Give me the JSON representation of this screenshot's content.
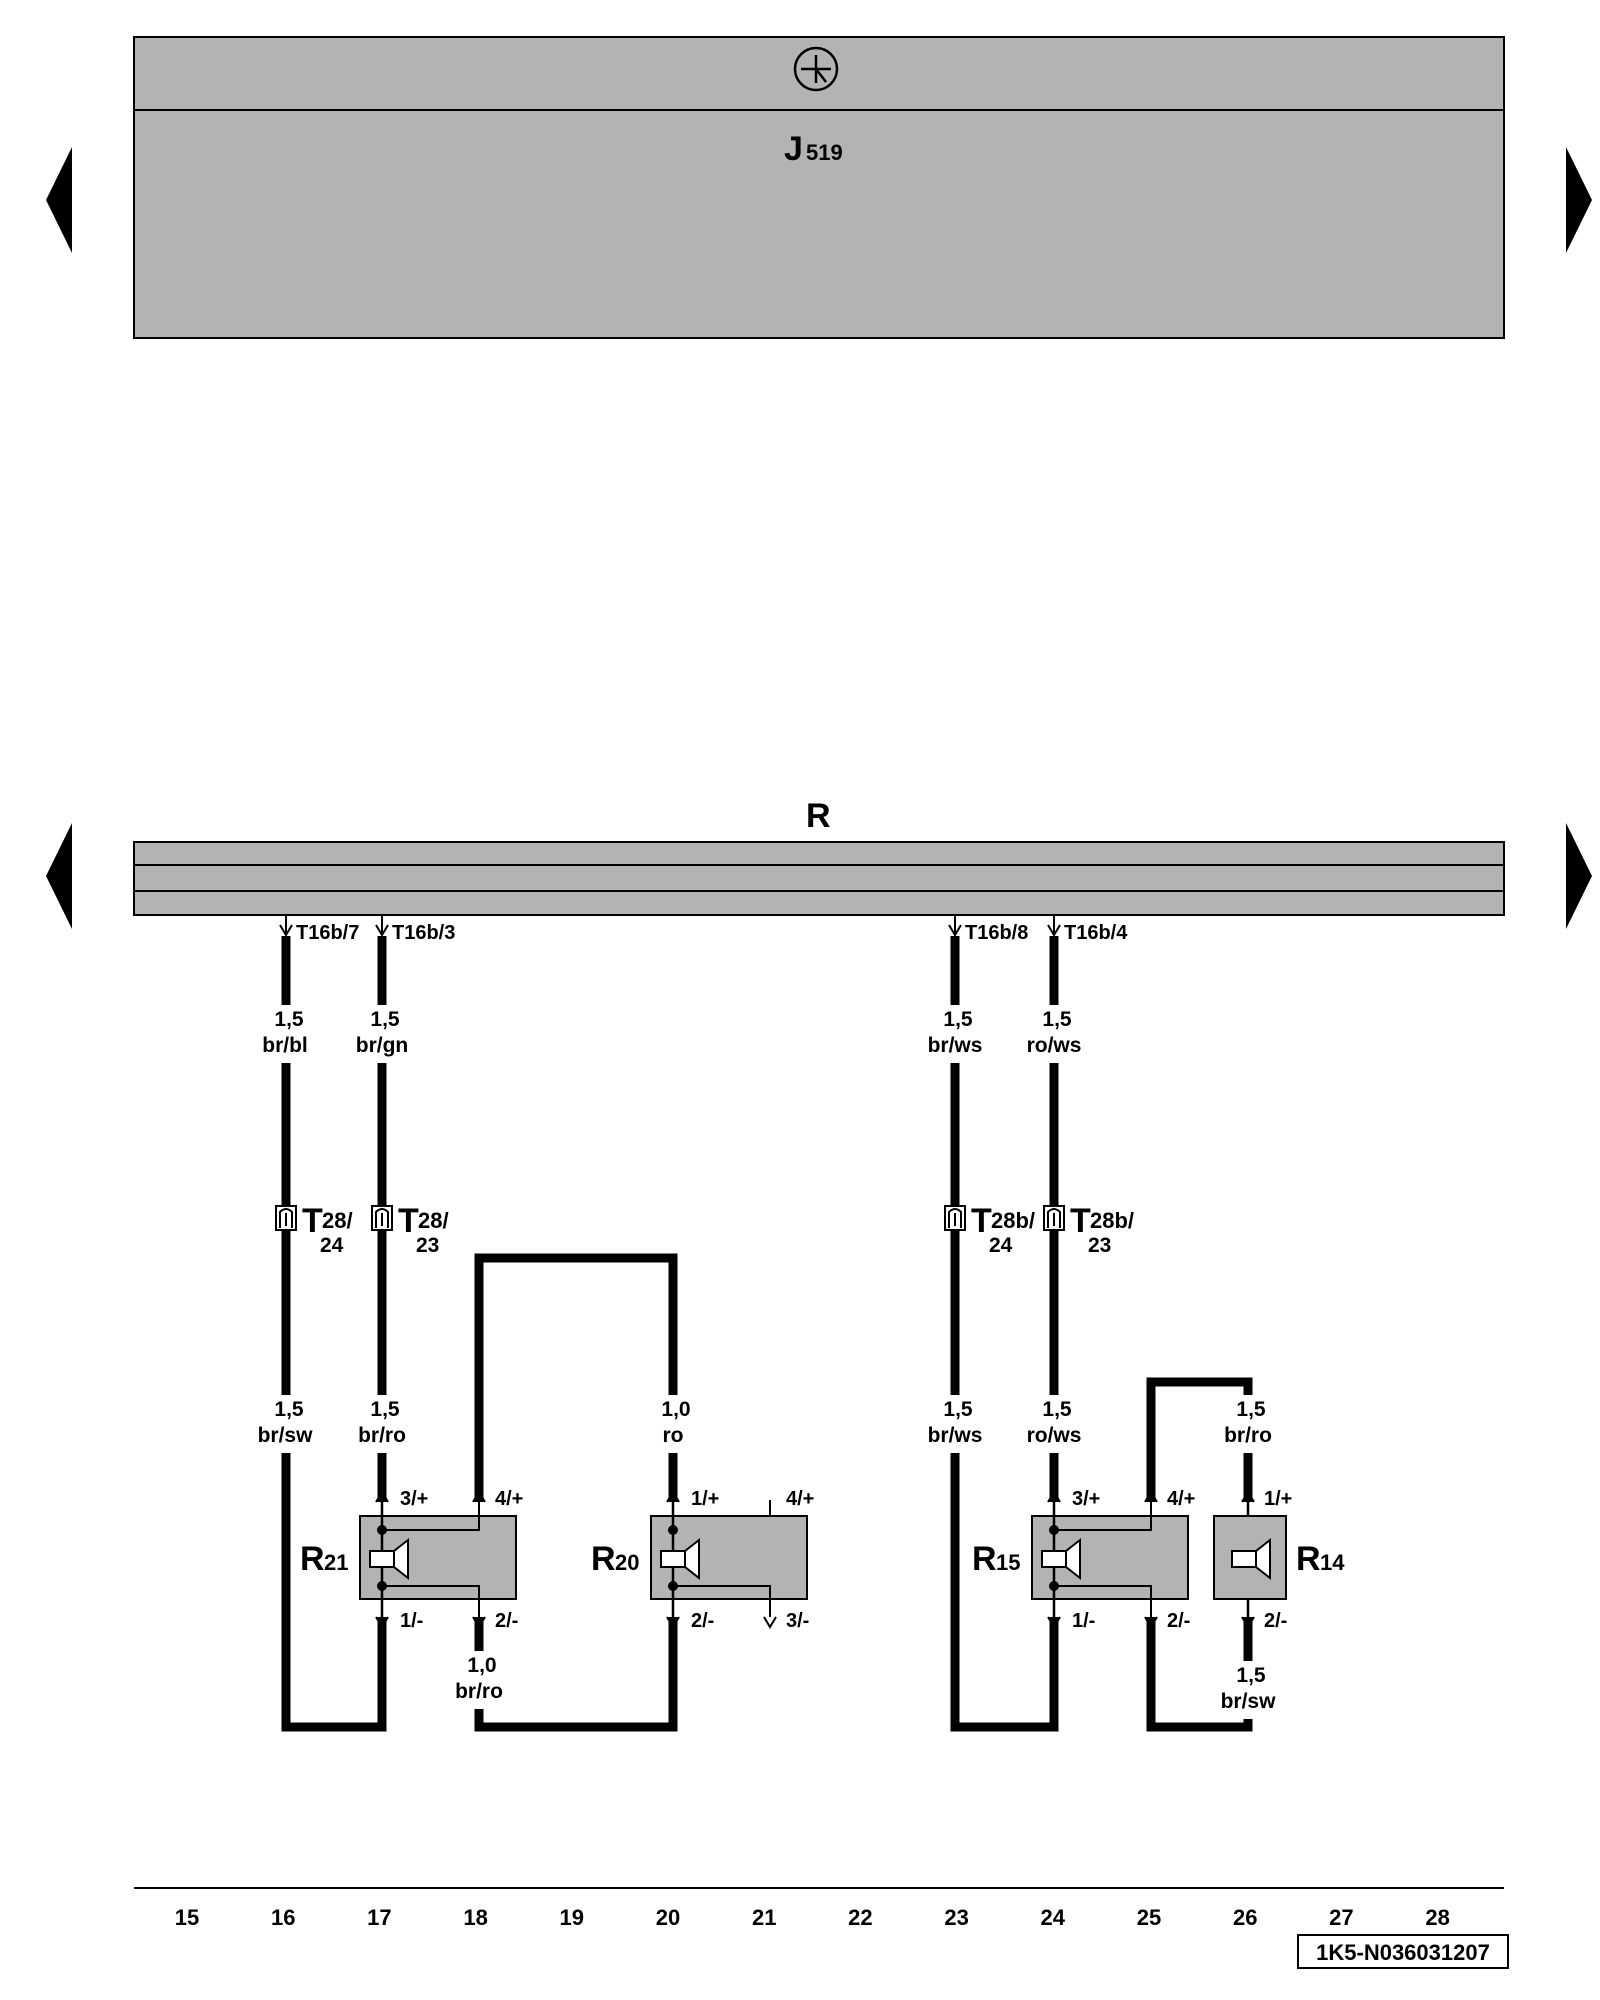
{
  "top_unit": {
    "label_main": "J",
    "label_sub": "519"
  },
  "bus": {
    "label": "R"
  },
  "wires": [
    {
      "id": "w1",
      "pin": "T16b/7",
      "gauge": "1,5",
      "color": "br/bl"
    },
    {
      "id": "w2",
      "pin": "T16b/3",
      "gauge": "1,5",
      "color": "br/gn"
    },
    {
      "id": "w3",
      "pin": "T16b/8",
      "gauge": "1,5",
      "color": "br/ws"
    },
    {
      "id": "w4",
      "pin": "T16b/4",
      "gauge": "1,5",
      "color": "ro/ws"
    }
  ],
  "connectors": [
    {
      "main": "T",
      "top": "28/",
      "bottom": "24"
    },
    {
      "main": "T",
      "top": "28/",
      "bottom": "23"
    },
    {
      "main": "T",
      "top": "28b/",
      "bottom": "24"
    },
    {
      "main": "T",
      "top": "28b/",
      "bottom": "23"
    }
  ],
  "lower_wires": [
    {
      "gauge": "1,5",
      "color": "br/sw"
    },
    {
      "gauge": "1,5",
      "color": "br/ro"
    },
    {
      "gauge": "1,0",
      "color": "ro"
    },
    {
      "gauge": "1,5",
      "color": "br/ws"
    },
    {
      "gauge": "1,5",
      "color": "ro/ws"
    },
    {
      "gauge": "1,5",
      "color": "br/ro"
    },
    {
      "gauge": "1,0",
      "color": "br/ro"
    },
    {
      "gauge": "1,5",
      "color": "br/sw"
    }
  ],
  "speakers": [
    {
      "main": "R",
      "sub": "21",
      "pins": [
        "3/+",
        "4/+",
        "1/-",
        "2/-"
      ]
    },
    {
      "main": "R",
      "sub": "20",
      "pins": [
        "1/+",
        "4/+",
        "2/-",
        "3/-"
      ]
    },
    {
      "main": "R",
      "sub": "15",
      "pins": [
        "3/+",
        "4/+",
        "1/-",
        "2/-"
      ]
    },
    {
      "main": "R",
      "sub": "14",
      "pins": [
        "1/+",
        "2/-"
      ]
    }
  ],
  "scale": [
    "15",
    "16",
    "17",
    "18",
    "19",
    "20",
    "21",
    "22",
    "23",
    "24",
    "25",
    "26",
    "27",
    "28"
  ],
  "doc_code": "1K5-N036031207"
}
